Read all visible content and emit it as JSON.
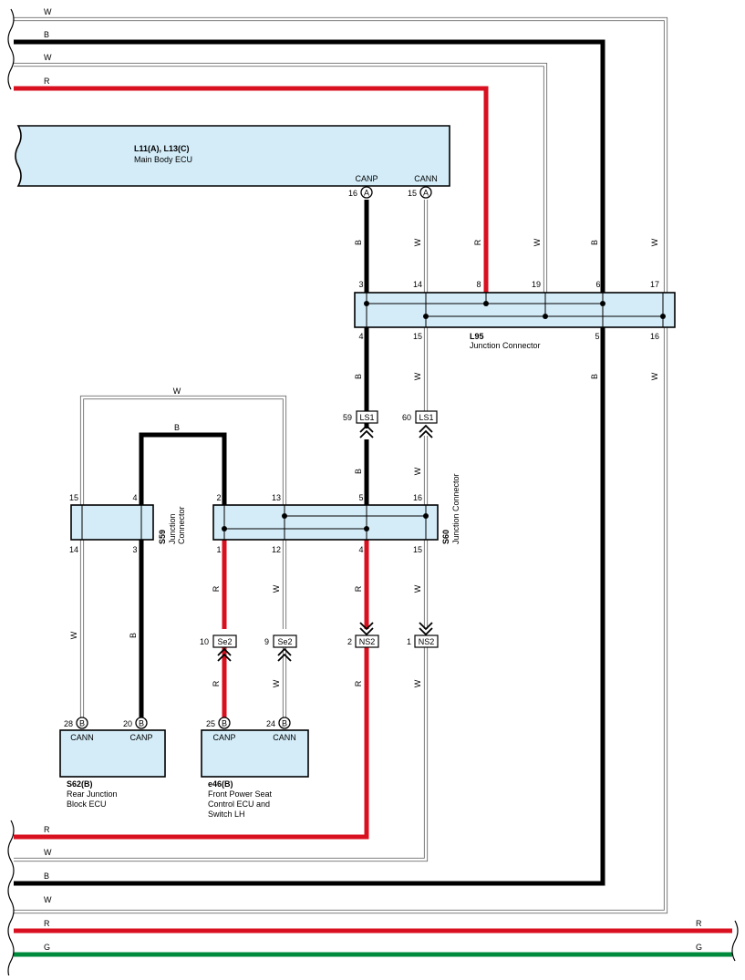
{
  "ecus": {
    "main_body": {
      "id": "L11(A), L13(C)",
      "name": "Main Body ECU",
      "pin_canp": "CANP",
      "pin_cann": "CANN"
    },
    "rear_junction": {
      "id": "S62(B)",
      "name_line1": "Rear Junction",
      "name_line2": "Block ECU",
      "pin_cann": "CANN",
      "pin_canp": "CANP"
    },
    "front_seat": {
      "id": "e46(B)",
      "name_line1": "Front Power Seat",
      "name_line2": "Control ECU and",
      "name_line3": "Switch LH",
      "pin_canp": "CANP",
      "pin_cann": "CANN"
    }
  },
  "junctions": {
    "l95": {
      "id": "L95",
      "name": "Junction Connector",
      "top_pins": [
        "3",
        "14",
        "8",
        "19",
        "6",
        "17"
      ],
      "bottom_pins": [
        "4",
        "15",
        "5",
        "16"
      ]
    },
    "s59": {
      "id": "S59",
      "name": "Junction",
      "name2": "Connector",
      "top_pins": [
        "15",
        "4"
      ],
      "bottom_pins": [
        "14",
        "3"
      ]
    },
    "s60": {
      "id": "S60",
      "name": "Junction Connector",
      "top_pins": [
        "2",
        "13",
        "5",
        "16"
      ],
      "bottom_pins": [
        "1",
        "12",
        "4",
        "15"
      ]
    }
  },
  "terminals": {
    "main_canp": {
      "num": "16",
      "letter": "A"
    },
    "main_cann": {
      "num": "15",
      "letter": "A"
    },
    "s62_cann": {
      "num": "28",
      "letter": "B"
    },
    "s62_canp": {
      "num": "20",
      "letter": "B"
    },
    "e46_canp": {
      "num": "25",
      "letter": "B"
    },
    "e46_cann": {
      "num": "24",
      "letter": "B"
    }
  },
  "inline_connectors": {
    "ls1_a": {
      "num": "59",
      "id": "LS1"
    },
    "ls1_b": {
      "num": "60",
      "id": "LS1"
    },
    "se2_a": {
      "num": "10",
      "id": "Se2"
    },
    "se2_b": {
      "num": "9",
      "id": "Se2"
    },
    "ns2_a": {
      "num": "2",
      "id": "NS2"
    },
    "ns2_b": {
      "num": "1",
      "id": "NS2"
    }
  },
  "wire_colors": {
    "top": [
      "W",
      "B",
      "W",
      "R"
    ],
    "bottom": [
      "R",
      "W",
      "B",
      "W",
      "R",
      "G"
    ],
    "bottom_right": [
      "R",
      "G"
    ],
    "l95_above": [
      "B",
      "W",
      "R",
      "W",
      "B",
      "W"
    ],
    "l95_below": [
      "B",
      "W",
      "B",
      "W"
    ],
    "s59_top": "W",
    "s59_bridge": "B",
    "s60_above": [
      "B",
      "W"
    ],
    "s59_below": [
      "W",
      "B"
    ],
    "s60_below": [
      "R",
      "W",
      "R",
      "W"
    ],
    "se2_below": [
      "R",
      "W"
    ],
    "ns2_below": [
      "R",
      "W"
    ]
  },
  "colors": {
    "red": "#d8101f",
    "black": "#000000",
    "green": "#008a3c",
    "box": "#d3ecf8"
  }
}
